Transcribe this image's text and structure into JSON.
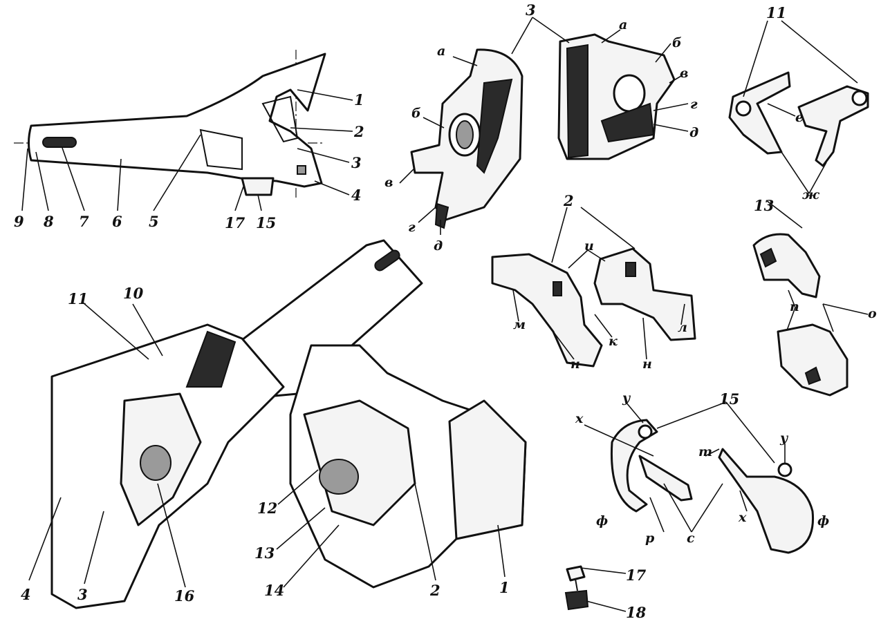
{
  "labels": {
    "l1": "1",
    "l2": "2",
    "l3": "3",
    "l4": "4",
    "l5": "5",
    "l6": "6",
    "l7": "7",
    "l8": "8",
    "l9": "9",
    "l10": "10",
    "l11": "11",
    "l12": "12",
    "l13": "13",
    "l14": "14",
    "l15": "15",
    "l16": "16",
    "l17": "17",
    "l18": "18",
    "a": "а",
    "b": "б",
    "v": "в",
    "g": "г",
    "d": "д",
    "e": "е",
    "zh": "ж",
    "i": "и",
    "k": "к",
    "l": "л",
    "m": "м",
    "n": "н",
    "o": "о",
    "p": "п",
    "r": "р",
    "s": "с",
    "t": "т",
    "u": "у",
    "f": "ф",
    "h": "х"
  }
}
